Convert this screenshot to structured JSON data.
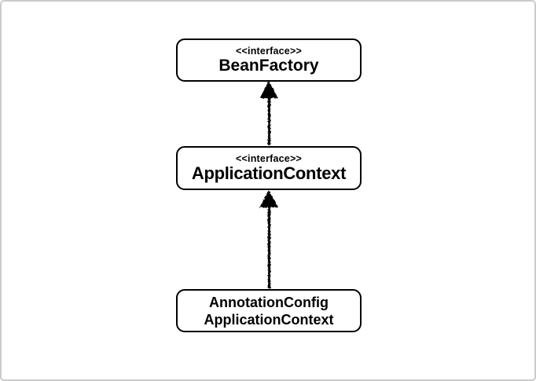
{
  "frame": {
    "background": "#ffffff",
    "border_color": "#cbcbcb"
  },
  "diagram": {
    "type": "uml-class-hierarchy",
    "colors": {
      "node_border": "#000000",
      "node_fill": "#ffffff",
      "text": "#000000",
      "arrow": "#000000"
    },
    "nodes": [
      {
        "stereotype": "<<interface>>",
        "lines": [
          "BeanFactory"
        ]
      },
      {
        "stereotype": "<<interface>>",
        "lines": [
          "ApplicationContext"
        ]
      },
      {
        "stereotype": "",
        "lines": [
          "AnnotationConfig",
          "ApplicationContext"
        ]
      }
    ],
    "edges": [
      {
        "from": "ApplicationContext",
        "to": "BeanFactory",
        "style": "solid-line-filled-triangle-arrowhead",
        "direction": "up"
      },
      {
        "from": "AnnotationConfigApplicationContext",
        "to": "ApplicationContext",
        "style": "solid-line-filled-triangle-arrowhead",
        "direction": "up"
      }
    ]
  }
}
